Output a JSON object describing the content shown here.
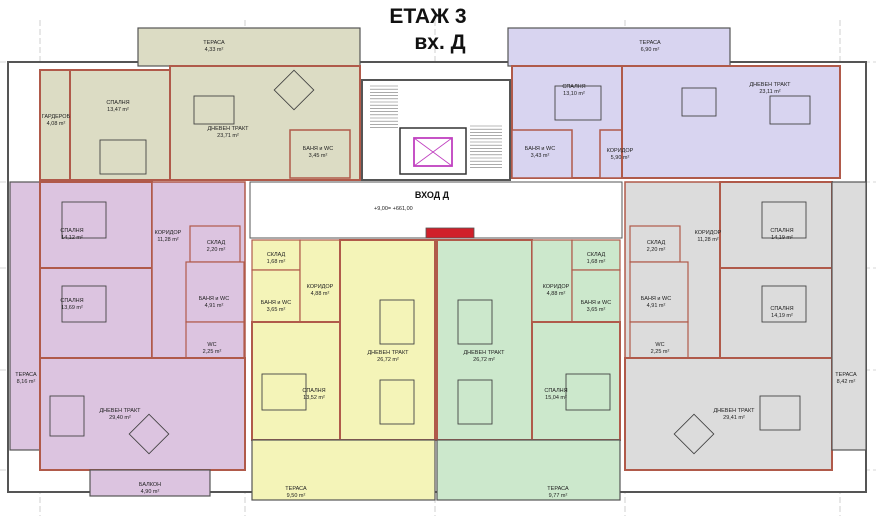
{
  "header": {
    "floor": "ЕТАЖ 3",
    "entrance": "вх. Д"
  },
  "entrance": {
    "label": "ВХОД Д",
    "level": "+9,00= +661,00"
  },
  "colors": {
    "wall": "#b05a4a",
    "olive": "#dcdcc4",
    "lavender": "#d8d4f0",
    "pink": "#dcc4e0",
    "yellow": "#f4f4b8",
    "green": "#cce8cc",
    "grey": "#dcdcdc"
  },
  "rooms": [
    {
      "id": "olive-terrace",
      "name": "ТЕРАСА",
      "area": "4,33 m²"
    },
    {
      "id": "olive-bedroom",
      "name": "СПАЛНЯ",
      "area": "13,47 m²"
    },
    {
      "id": "olive-wardrobe",
      "name": "ГАРДЕРОБ",
      "area": "4,08 m²"
    },
    {
      "id": "olive-living",
      "name": "ДНЕВЕН ТРАКТ",
      "area": "23,71 m²"
    },
    {
      "id": "olive-bath",
      "name": "БАНЯ и WC",
      "area": "3,45 m²"
    },
    {
      "id": "lav-terrace",
      "name": "ТЕРАСА",
      "area": "6,90 m²"
    },
    {
      "id": "lav-bedroom",
      "name": "СПАЛНЯ",
      "area": "13,10 m²"
    },
    {
      "id": "lav-living",
      "name": "ДНЕВЕН ТРАКТ",
      "area": "23,11 m²"
    },
    {
      "id": "lav-bath",
      "name": "БАНЯ и WC",
      "area": "3,43 m²"
    },
    {
      "id": "lav-corridor",
      "name": "КОРИДОР",
      "area": "5,90 m²"
    },
    {
      "id": "pink-bedroom1",
      "name": "СПАЛНЯ",
      "area": "14,12 m²"
    },
    {
      "id": "pink-corridor",
      "name": "КОРИДОР",
      "area": "11,28 m²"
    },
    {
      "id": "pink-storage",
      "name": "СКЛАД",
      "area": "2,20 m²"
    },
    {
      "id": "pink-bedroom2",
      "name": "СПАЛНЯ",
      "area": "13,69 m²"
    },
    {
      "id": "pink-bath",
      "name": "БАНЯ и WC",
      "area": "4,91 m²"
    },
    {
      "id": "pink-wc",
      "name": "WC",
      "area": "2,25 m²"
    },
    {
      "id": "pink-terrace",
      "name": "ТЕРАСА",
      "area": "8,16 m²"
    },
    {
      "id": "pink-living",
      "name": "ДНЕВЕН ТРАКТ",
      "area": "29,40 m²"
    },
    {
      "id": "pink-balcony",
      "name": "БАЛКОН",
      "area": "4,90 m²"
    },
    {
      "id": "yel-storage",
      "name": "СКЛАД",
      "area": "1,68 m²"
    },
    {
      "id": "yel-corridor",
      "name": "КОРИДОР",
      "area": "4,88 m²"
    },
    {
      "id": "yel-bath",
      "name": "БАНЯ и WC",
      "area": "3,65 m²"
    },
    {
      "id": "yel-bedroom",
      "name": "СПАЛНЯ",
      "area": "13,52 m²"
    },
    {
      "id": "yel-living",
      "name": "ДНЕВЕН ТРАКТ",
      "area": "26,72 m²"
    },
    {
      "id": "yel-terrace",
      "name": "ТЕРАСА",
      "area": "9,50 m²"
    },
    {
      "id": "grn-living",
      "name": "ДНЕВЕН ТРАКТ",
      "area": "26,72 m²"
    },
    {
      "id": "grn-corridor",
      "name": "КОРИДОР",
      "area": "4,88 m²"
    },
    {
      "id": "grn-storage",
      "name": "СКЛАД",
      "area": "1,68 m²"
    },
    {
      "id": "grn-bath",
      "name": "БАНЯ и WC",
      "area": "3,65 m²"
    },
    {
      "id": "grn-bedroom",
      "name": "СПАЛНЯ",
      "area": "15,04 m²"
    },
    {
      "id": "grn-terrace",
      "name": "ТЕРАСА",
      "area": "9,77 m²"
    },
    {
      "id": "gry-corridor",
      "name": "КОРИДОР",
      "area": "11,28 m²"
    },
    {
      "id": "gry-storage",
      "name": "СКЛАД",
      "area": "2,20 m²"
    },
    {
      "id": "gry-bedroom1",
      "name": "СПАЛНЯ",
      "area": "14,19 m²"
    },
    {
      "id": "gry-bath",
      "name": "БАНЯ и WC",
      "area": "4,91 m²"
    },
    {
      "id": "gry-bedroom2",
      "name": "СПАЛНЯ",
      "area": "14,19 m²"
    },
    {
      "id": "gry-wc",
      "name": "WC",
      "area": "2,25 m²"
    },
    {
      "id": "gry-terrace",
      "name": "ТЕРАСА",
      "area": "8,42 m²"
    },
    {
      "id": "gry-living",
      "name": "ДНЕВЕН ТРАКТ",
      "area": "29,41 m²"
    }
  ]
}
